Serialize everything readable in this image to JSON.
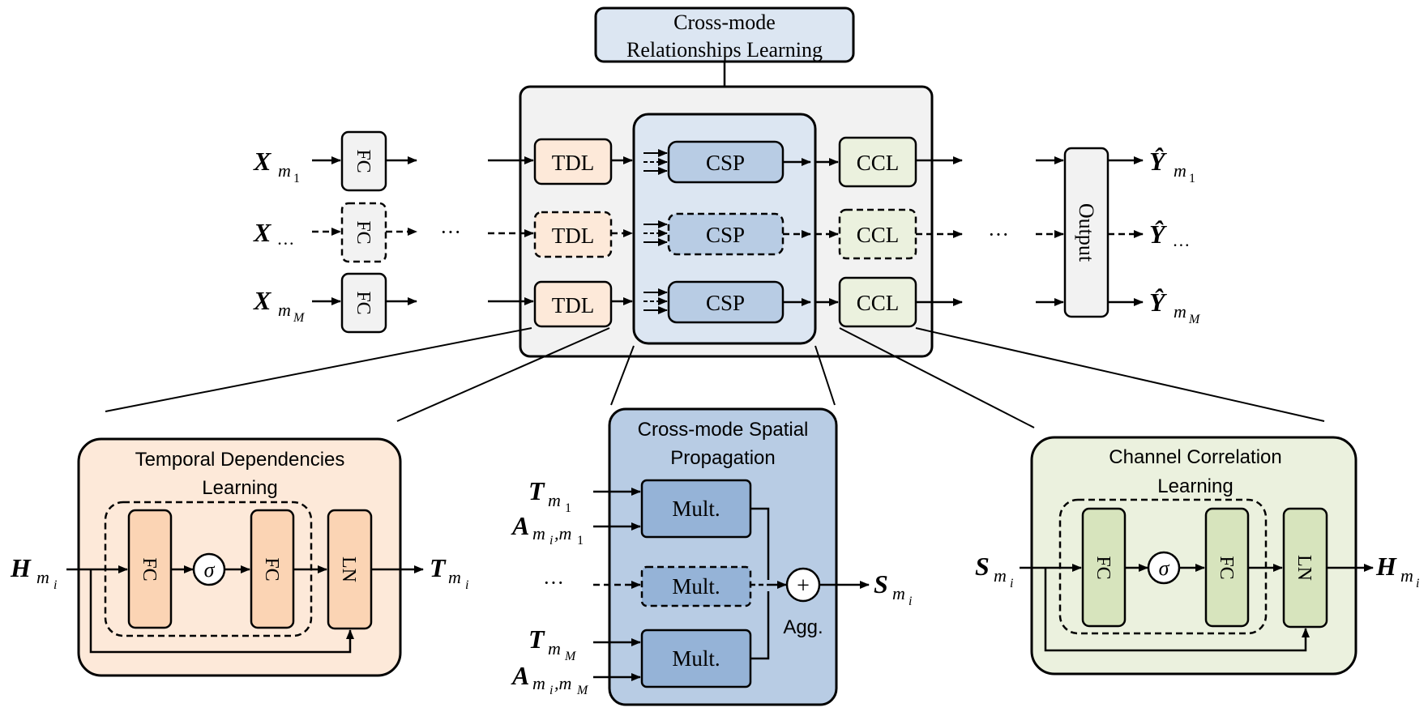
{
  "top": {
    "crl_line1": "Cross-mode",
    "crl_line2": "Relationships Learning",
    "inputs": [
      {
        "sym": "X",
        "sub": "m",
        "subsub": "1"
      },
      {
        "sym": "X",
        "sub": "…",
        "subsub": ""
      },
      {
        "sym": "X",
        "sub": "m",
        "subsub": "M"
      }
    ],
    "outputs": [
      {
        "sym": "Ŷ",
        "sub": "m",
        "subsub": "1"
      },
      {
        "sym": "Ŷ",
        "sub": "…",
        "subsub": ""
      },
      {
        "sym": "Ŷ",
        "sub": "m",
        "subsub": "M"
      }
    ],
    "fc_label": "FC",
    "tdl_label": "TDL",
    "csp_label": "CSP",
    "ccl_label": "CCL",
    "output_label": "Output",
    "ellipsis": "···"
  },
  "tdl_panel": {
    "title_line1": "Temporal Dependencies",
    "title_line2": "Learning",
    "input_sym": "H",
    "input_sub": "m",
    "input_subsub": "i",
    "output_sym": "T",
    "output_sub": "m",
    "output_subsub": "i",
    "fc_label": "FC",
    "sigma": "σ",
    "ln_label": "LN"
  },
  "csp_panel": {
    "title_line1": "Cross-mode Spatial",
    "title_line2": "Propagation",
    "in_t1_sym": "T",
    "in_t1_sub": "m",
    "in_t1_subsub": "1",
    "in_a1_sym": "A",
    "in_a1_sub": "m",
    "in_a1_subsub": "i",
    "in_a1_tail": ",m",
    "in_a1_tailsub": "1",
    "ellipsis": "···",
    "in_tm_sym": "T",
    "in_tm_sub": "m",
    "in_tm_subsub": "M",
    "in_am_sym": "A",
    "in_am_sub": "m",
    "in_am_subsub": "i",
    "in_am_tail": ",m",
    "in_am_tailsub": "M",
    "mult_label": "Mult.",
    "plus": "+",
    "agg_label": "Agg.",
    "output_sym": "S",
    "output_sub": "m",
    "output_subsub": "i"
  },
  "ccl_panel": {
    "title_line1": "Channel Correlation",
    "title_line2": "Learning",
    "input_sym": "S",
    "input_sub": "m",
    "input_subsub": "i",
    "output_sym": "H",
    "output_sub": "m",
    "output_subsub": "i",
    "fc_label": "FC",
    "sigma": "σ",
    "ln_label": "LN"
  },
  "colors": {
    "crl_fill": "#dce6f2",
    "container_fill": "#f2f2f2",
    "csp_region_fill": "#dce6f2",
    "csp_box_fill": "#b8cce4",
    "tdl_fill": "#fde9d9",
    "tdl_panel_fill": "#fde9d9",
    "tdl_fc_fill": "#fbd4b4",
    "ccl_fill": "#ebf1de",
    "ccl_panel_fill": "#ebf1de",
    "ccl_fc_fill": "#d7e4bd",
    "csp_panel_fill": "#b8cce4",
    "mult_fill": "#95b3d7",
    "fc_fill": "#f2f2f2",
    "stroke": "#000000"
  }
}
